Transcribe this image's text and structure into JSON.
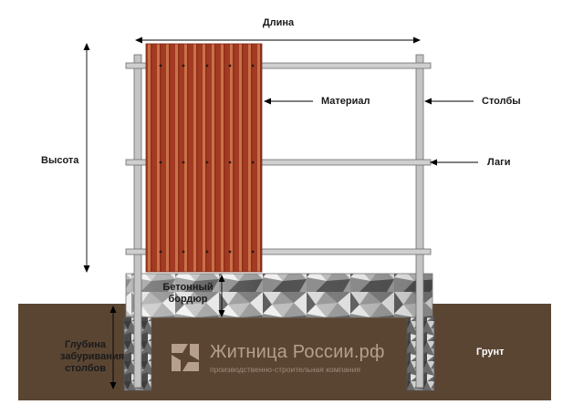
{
  "labels": {
    "length": "Длина",
    "height": "Высота",
    "material": "Материал",
    "posts": "Столбы",
    "rails": "Лаги",
    "border_line1": "Бетонный",
    "border_line2": "бордюр",
    "depth_line1": "Глубина",
    "depth_line2": "забуривания",
    "depth_line3": "столбов",
    "ground": "Грунт"
  },
  "watermark": {
    "title": "Житница России.рф",
    "subtitle": "производственно-строительная компания"
  },
  "colors": {
    "ground": "#5a4533",
    "sheet_dark": "#a33a22",
    "sheet_light": "#c9714a",
    "post": "#c4c4c4",
    "rail": "#cfcfcf",
    "watermark": "#b79f8e"
  }
}
